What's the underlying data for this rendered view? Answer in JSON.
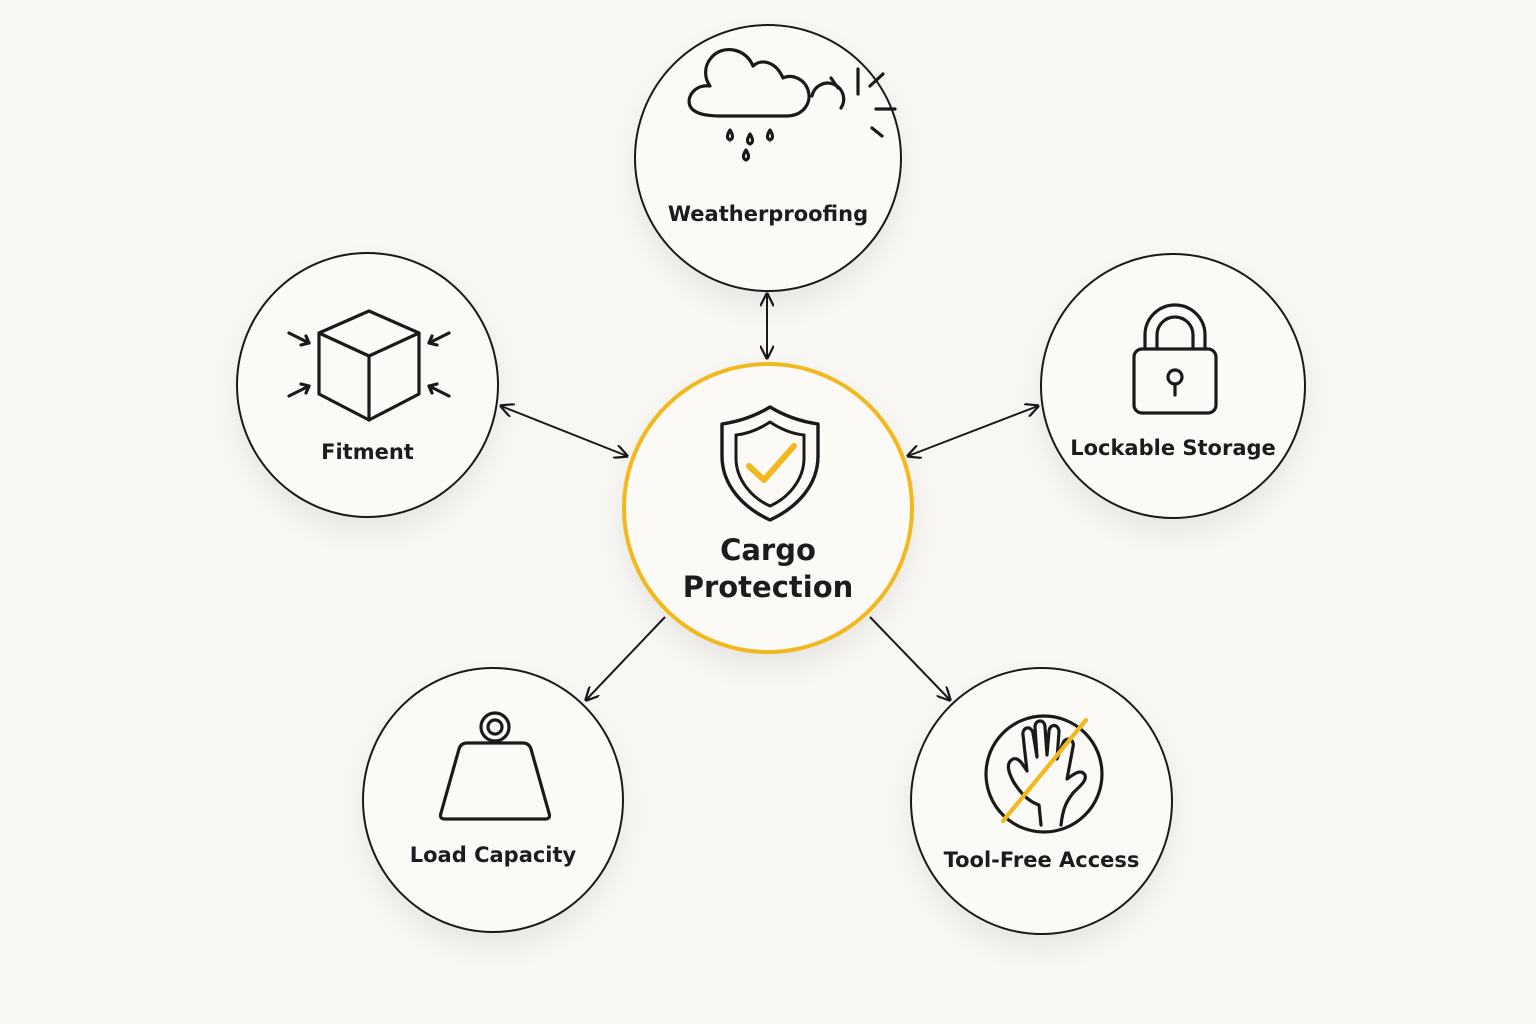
{
  "diagram": {
    "hub": {
      "title_line1": "Cargo",
      "title_line2": "Protection",
      "icon": "shield-check-icon"
    },
    "nodes": [
      {
        "key": "weatherproofing",
        "label": "Weatherproofing",
        "icon": "cloud-rain-sun-icon",
        "link": "bidirectional"
      },
      {
        "key": "fitment",
        "label": "Fitment",
        "icon": "cube-arrows-icon",
        "link": "bidirectional"
      },
      {
        "key": "lockable-storage",
        "label": "Lockable Storage",
        "icon": "padlock-icon",
        "link": "bidirectional"
      },
      {
        "key": "load-capacity",
        "label": "Load Capacity",
        "icon": "weight-icon",
        "link": "outgoing"
      },
      {
        "key": "tool-free-access",
        "label": "Tool-Free Access",
        "icon": "hand-slash-icon",
        "link": "outgoing"
      }
    ]
  },
  "colors": {
    "accent": "#f2b81d",
    "stroke": "#1a1a1a",
    "background": "#f8f7f3"
  }
}
